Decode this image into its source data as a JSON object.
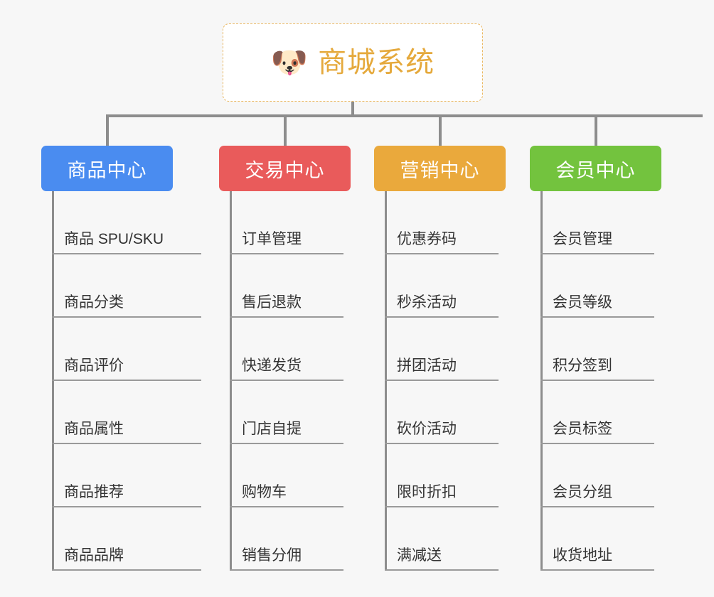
{
  "root": {
    "icon": "shiba-dog-face-icon",
    "icon_glyph": "🐶",
    "title": "商城系统",
    "title_color": "#e5a93c",
    "border_color": "#eab862",
    "background": "#ffffff"
  },
  "canvas": {
    "background": "#f7f7f7",
    "connector_color": "#8d8d8d"
  },
  "branches": [
    {
      "id": "product-center",
      "label": "商品中心",
      "color": "#4a8cf0",
      "items": [
        "商品 SPU/SKU",
        "商品分类",
        "商品评价",
        "商品属性",
        "商品推荐",
        "商品品牌"
      ]
    },
    {
      "id": "trade-center",
      "label": "交易中心",
      "color": "#e95b5b",
      "items": [
        "订单管理",
        "售后退款",
        "快递发货",
        "门店自提",
        "购物车",
        "销售分佣"
      ]
    },
    {
      "id": "marketing-center",
      "label": "营销中心",
      "color": "#eaa93c",
      "items": [
        "优惠券码",
        "秒杀活动",
        "拼团活动",
        "砍价活动",
        "限时折扣",
        "满减送"
      ]
    },
    {
      "id": "member-center",
      "label": "会员中心",
      "color": "#73c33e",
      "items": [
        "会员管理",
        "会员等级",
        "积分签到",
        "会员标签",
        "会员分组",
        "收货地址"
      ]
    }
  ]
}
